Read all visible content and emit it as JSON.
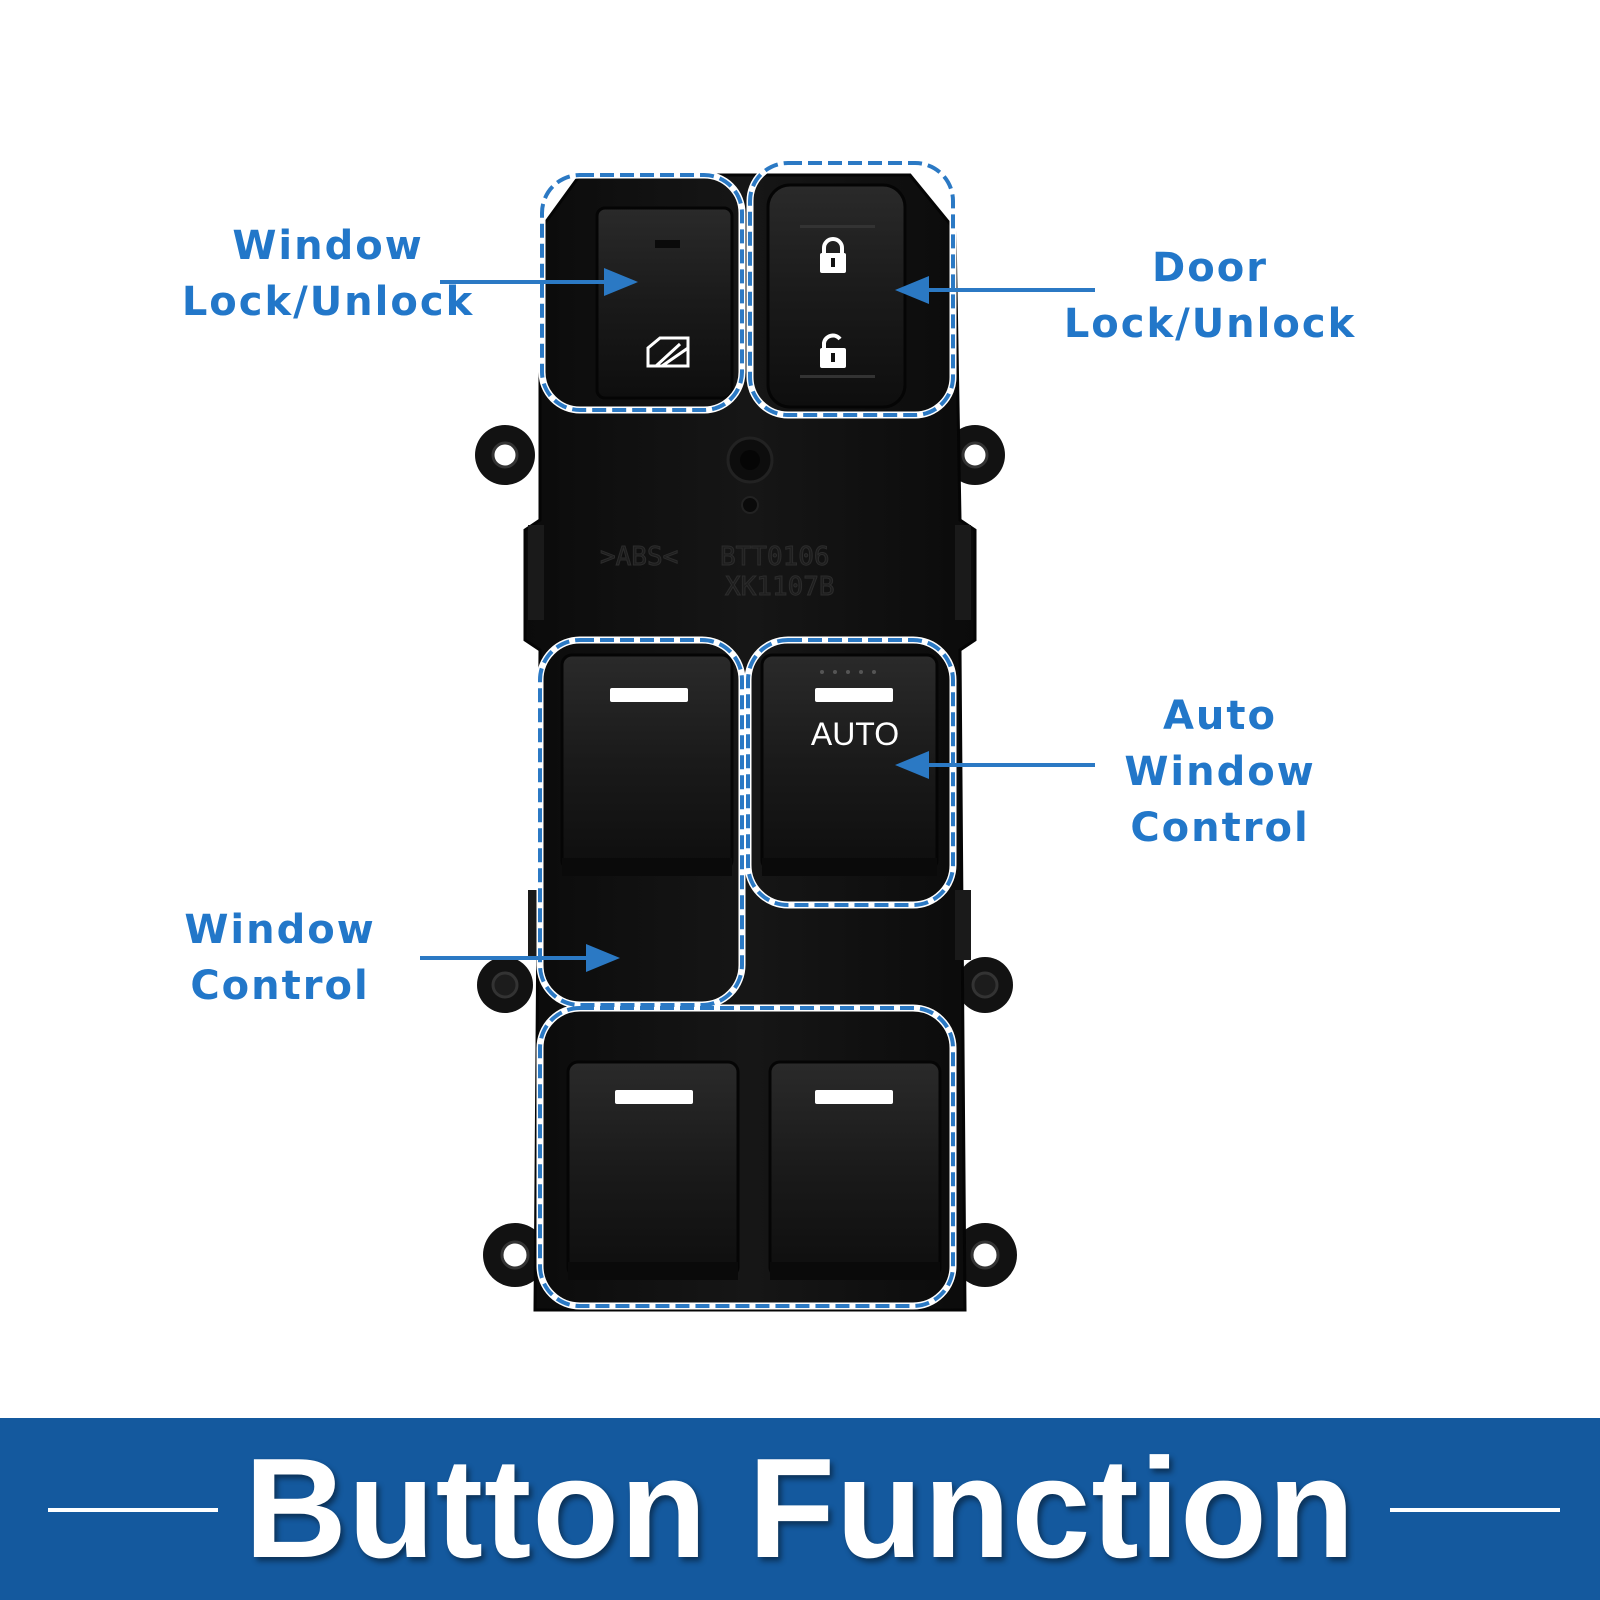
{
  "labels": {
    "window_lock": [
      "Window",
      "Lock/Unlock"
    ],
    "door_lock": [
      "Door",
      "Lock/Unlock"
    ],
    "auto_window": [
      "Auto Window",
      "Control"
    ],
    "window_control": [
      "Window",
      "Control"
    ]
  },
  "switch_text": {
    "auto": "AUTO",
    "mold_line1": ">ABS<",
    "mold_line2": "BTT0106",
    "mold_line3": "XK1107B"
  },
  "banner": {
    "title": "Button Function"
  },
  "colors": {
    "accent": "#2277c9",
    "banner": "#14599e",
    "switch_body": "#111111"
  },
  "icons": [
    "window-lock-icon",
    "lock-closed-icon",
    "lock-open-icon"
  ]
}
